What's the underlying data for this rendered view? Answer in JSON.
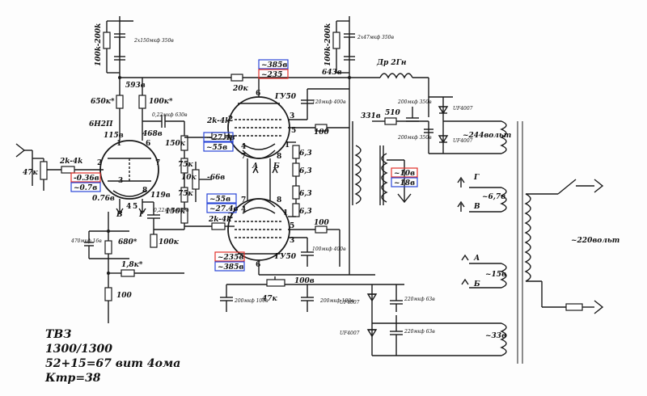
{
  "title": {
    "line1": "ТВЗ",
    "line2": "1300/1300",
    "line3": "52+15=67 вит 4ома",
    "line4": "Ктр=38"
  },
  "tubes": {
    "driver": "6Н2П",
    "upper": "ГУ50",
    "lower": "ГУ50"
  },
  "labels": {
    "r_top_left": "100k-200k",
    "r_top_right": "100k-200k",
    "c_top_left": "2х150мкф 350в",
    "c_top_right": "2х47мкф 350в",
    "choke": "Др 2Гн",
    "v593": "593в",
    "v643": "643в",
    "r20k": "20к",
    "r650k": "650к*",
    "r100k_a": "100к*",
    "v115": "115в",
    "v468": "468в",
    "c022a": "0,22мкф 630в",
    "r2k4k_a": "2k-4k",
    "r2k4k_in": "2k-4k",
    "r47k_in": "47к",
    "r150k_a": "150к",
    "r75k_a": "75к",
    "r10k": "10к",
    "v_neg66": "-66в",
    "r75k_b": "75к",
    "r150k_b": "150к",
    "v119": "119в",
    "c022b": "0,22мкф 630в",
    "r100k_b": "100к",
    "r680": "680*",
    "c470": "470мкф 16в",
    "r18k": "1,8к*",
    "r100_k": "100",
    "v076": "0.76в",
    "r2k4k_b": "2k-4k",
    "v331": "331в",
    "r510": "510",
    "r100_g2a": "100",
    "r100_g2b": "100",
    "c100a": "120мкф 400в",
    "c100b": "100мкф 400в",
    "r63a": "6,3",
    "r63b": "6,3",
    "r63c": "6,3",
    "r63d": "6,3",
    "cap_mid": "200мкф 350в",
    "cap_mid2": "200мкф 350в",
    "diode_a": "UF4007",
    "diode_b": "UF4007",
    "v244": "~244вольт",
    "v220": "~220вольт",
    "v67": "~6,7в",
    "v15": "~15в",
    "v33": "~33в",
    "r47k_bias": "47к",
    "v100": "100в",
    "c_bias1": "200мкф 100в",
    "c_bias2": "200мкф 100в",
    "c_neg1": "220мкф 63в",
    "c_neg2": "220мкф 63в",
    "diode_c": "UF4007",
    "diode_d": "UF4007",
    "pin_G": "Г",
    "pin_V": "В",
    "pin_A": "А",
    "pin_B": "Б",
    "t_A": "А",
    "t_B": "Б",
    "t_G": "Г",
    "t_V": "В"
  },
  "pins": {
    "d1": "1",
    "d2": "2",
    "d3": "3",
    "d6": "6",
    "d7": "7",
    "d8": "8",
    "d4": "4",
    "d5": "5",
    "u6": "6",
    "u2": "2",
    "u3": "3",
    "u5": "5",
    "u1": "1",
    "u4": "4",
    "u8": "8",
    "u7": "7",
    "l2": "2",
    "l7": "7",
    "l8": "8",
    "l4": "4",
    "l1": "1",
    "l5": "5",
    "l3": "3",
    "l6": "6"
  },
  "voltages": {
    "top_tube_a": "~385в",
    "top_tube_b": "~235",
    "drv_grid_red": "-0.36в",
    "drv_grid_blue": "~0.7в",
    "up_grid_blue1": "~27.4в",
    "up_grid_blue2": "~55в",
    "lo_grid_blue1": "~55в",
    "lo_grid_blue2": "~27.4в",
    "lo_tube_red": "~235в",
    "lo_tube_blue": "~385в",
    "out_red": "~10в",
    "out_blue": "~18в"
  },
  "colors": {
    "red_box": "#e0302a",
    "blue_box": "#2a46d8",
    "wire": "#1a1a1a"
  }
}
